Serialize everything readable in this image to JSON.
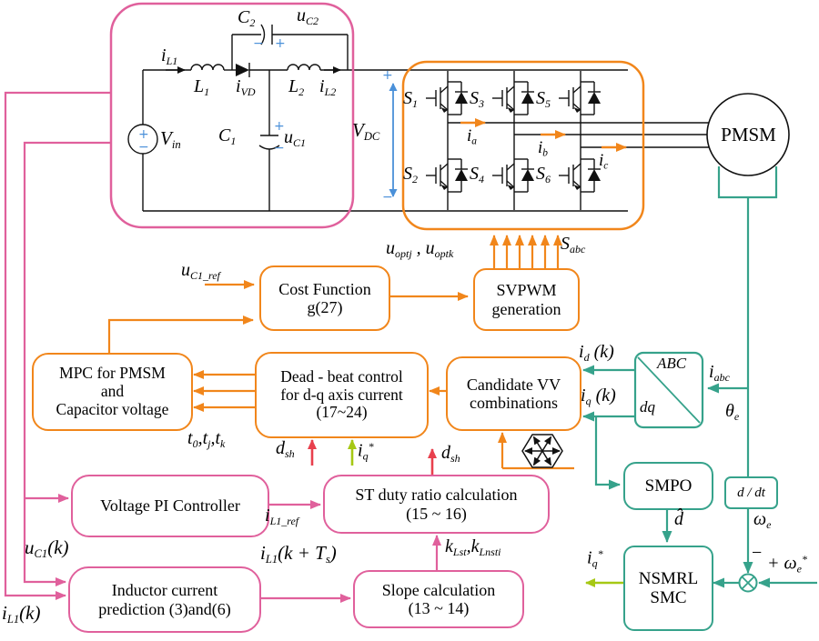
{
  "colors": {
    "pink": "#e0609c",
    "orange": "#f1861b",
    "teal": "#36a28b",
    "red": "#e8404d",
    "green": "#a6c814",
    "blue": "#4a90d9",
    "black": "#111111"
  },
  "circuit": {
    "i_L1": [
      [
        "i"
      ],
      [
        "L1",
        "s"
      ]
    ],
    "L1": [
      [
        "L"
      ],
      [
        "1",
        "s"
      ]
    ],
    "i_VD": [
      [
        "i"
      ],
      [
        "VD",
        "s"
      ]
    ],
    "L2": [
      [
        "L"
      ],
      [
        "2",
        "s"
      ]
    ],
    "i_L2": [
      [
        "i"
      ],
      [
        "L2",
        "s"
      ]
    ],
    "C2": [
      [
        "C"
      ],
      [
        "2",
        "s"
      ]
    ],
    "u_C2": [
      [
        "u"
      ],
      [
        "C2",
        "s"
      ]
    ],
    "C1": [
      [
        "C"
      ],
      [
        "1",
        "s"
      ]
    ],
    "u_C1": [
      [
        "u"
      ],
      [
        "C1",
        "s"
      ]
    ],
    "V_in": [
      [
        "V"
      ],
      [
        "in",
        "s"
      ]
    ],
    "V_DC": [
      [
        "V"
      ],
      [
        "DC",
        "s"
      ]
    ],
    "plus": "+",
    "minus": "−"
  },
  "inverter": {
    "S1": [
      [
        "S"
      ],
      [
        "1",
        "s"
      ]
    ],
    "S2": [
      [
        "S"
      ],
      [
        "2",
        "s"
      ]
    ],
    "S3": [
      [
        "S"
      ],
      [
        "3",
        "s"
      ]
    ],
    "S4": [
      [
        "S"
      ],
      [
        "4",
        "s"
      ]
    ],
    "S5": [
      [
        "S"
      ],
      [
        "5",
        "s"
      ]
    ],
    "S6": [
      [
        "S"
      ],
      [
        "6",
        "s"
      ]
    ],
    "i_a": [
      [
        "i"
      ],
      [
        "a",
        "s"
      ]
    ],
    "i_b": [
      [
        "i"
      ],
      [
        "b",
        "s"
      ]
    ],
    "i_c": [
      [
        "i"
      ],
      [
        "c",
        "s"
      ]
    ],
    "S_abc": [
      [
        "S"
      ],
      [
        "abc",
        "s"
      ]
    ]
  },
  "motor": {
    "label": "PMSM"
  },
  "boxes": {
    "cost": {
      "l1": "Cost Function",
      "l2": "g(27)"
    },
    "svpwm": {
      "l1": "SVPWM",
      "l2": "generation"
    },
    "mpc": {
      "l1": "MPC for PMSM",
      "l2": "and",
      "l3": "Capacitor voltage"
    },
    "deadbeat": {
      "l1": "Dead - beat control",
      "l2": "for d-q axis current",
      "l3": "(17~24)"
    },
    "candidate": {
      "l1": "Candidate VV",
      "l2": "combinations"
    },
    "abcdq": {
      "abc": "ABC",
      "dq": "dq"
    },
    "smpo": {
      "l1": "SMPO"
    },
    "ddt": {
      "l1": "d / dt"
    },
    "nsmrl": {
      "l1": "NSMRL",
      "l2": "SMC"
    },
    "pi": {
      "l1": "Voltage PI Controller"
    },
    "st_duty": {
      "l1": "ST duty ratio calculation",
      "l2": "(15 ~ 16)"
    },
    "inductor": {
      "l1": "Inductor current",
      "l2": "prediction (3)and(6)"
    },
    "slope": {
      "l1": "Slope calculation",
      "l2": "(13 ~ 14)"
    }
  },
  "signals": {
    "u_C1_ref": [
      [
        "u"
      ],
      [
        "C1_ref",
        "s"
      ]
    ],
    "u_opt": [
      [
        "u"
      ],
      [
        "optj",
        "s"
      ],
      [
        " , "
      ],
      [
        "u"
      ],
      [
        "optk",
        "s"
      ]
    ],
    "i_d_k": [
      [
        "i"
      ],
      [
        "d",
        "s"
      ],
      [
        " (k)"
      ]
    ],
    "i_q_k": [
      [
        "i"
      ],
      [
        "q",
        "s"
      ],
      [
        " (k)"
      ]
    ],
    "i_abc": [
      [
        "i"
      ],
      [
        "abc",
        "s"
      ]
    ],
    "theta_e": [
      [
        "θ"
      ],
      [
        "e",
        "s"
      ]
    ],
    "omega_e": [
      [
        "ω"
      ],
      [
        "e",
        "s"
      ]
    ],
    "minus": "−",
    "plus_omega_ref": [
      [
        "+ ω"
      ],
      [
        "e",
        "s"
      ],
      [
        "*",
        "p"
      ]
    ],
    "d_hat": [
      [
        "d̂"
      ]
    ],
    "i_q_ref": [
      [
        "i"
      ],
      [
        "q",
        "s"
      ],
      [
        "*",
        "p"
      ]
    ],
    "t_times": [
      [
        "t"
      ],
      [
        "0",
        "s"
      ],
      [
        ","
      ],
      [
        "t"
      ],
      [
        "j",
        "s"
      ],
      [
        ","
      ],
      [
        "t"
      ],
      [
        "k",
        "s"
      ]
    ],
    "d_sh": [
      [
        "d"
      ],
      [
        "sh",
        "s"
      ]
    ],
    "i_L1_ref": [
      [
        "i"
      ],
      [
        "L1_ref",
        "s"
      ]
    ],
    "u_C1_k": [
      [
        "u"
      ],
      [
        "C1",
        "s"
      ],
      [
        "(k)"
      ]
    ],
    "i_L1_k": [
      [
        "i"
      ],
      [
        "L1",
        "s"
      ],
      [
        "(k)"
      ]
    ],
    "i_L1_kTs": [
      [
        "i"
      ],
      [
        "L1",
        "s"
      ],
      [
        "(k + T"
      ],
      [
        "s",
        "s"
      ],
      [
        ")"
      ]
    ],
    "k_slopes": [
      [
        "k"
      ],
      [
        "Lst",
        "s"
      ],
      [
        ","
      ],
      [
        "k"
      ],
      [
        "Lnsti",
        "s"
      ]
    ]
  }
}
